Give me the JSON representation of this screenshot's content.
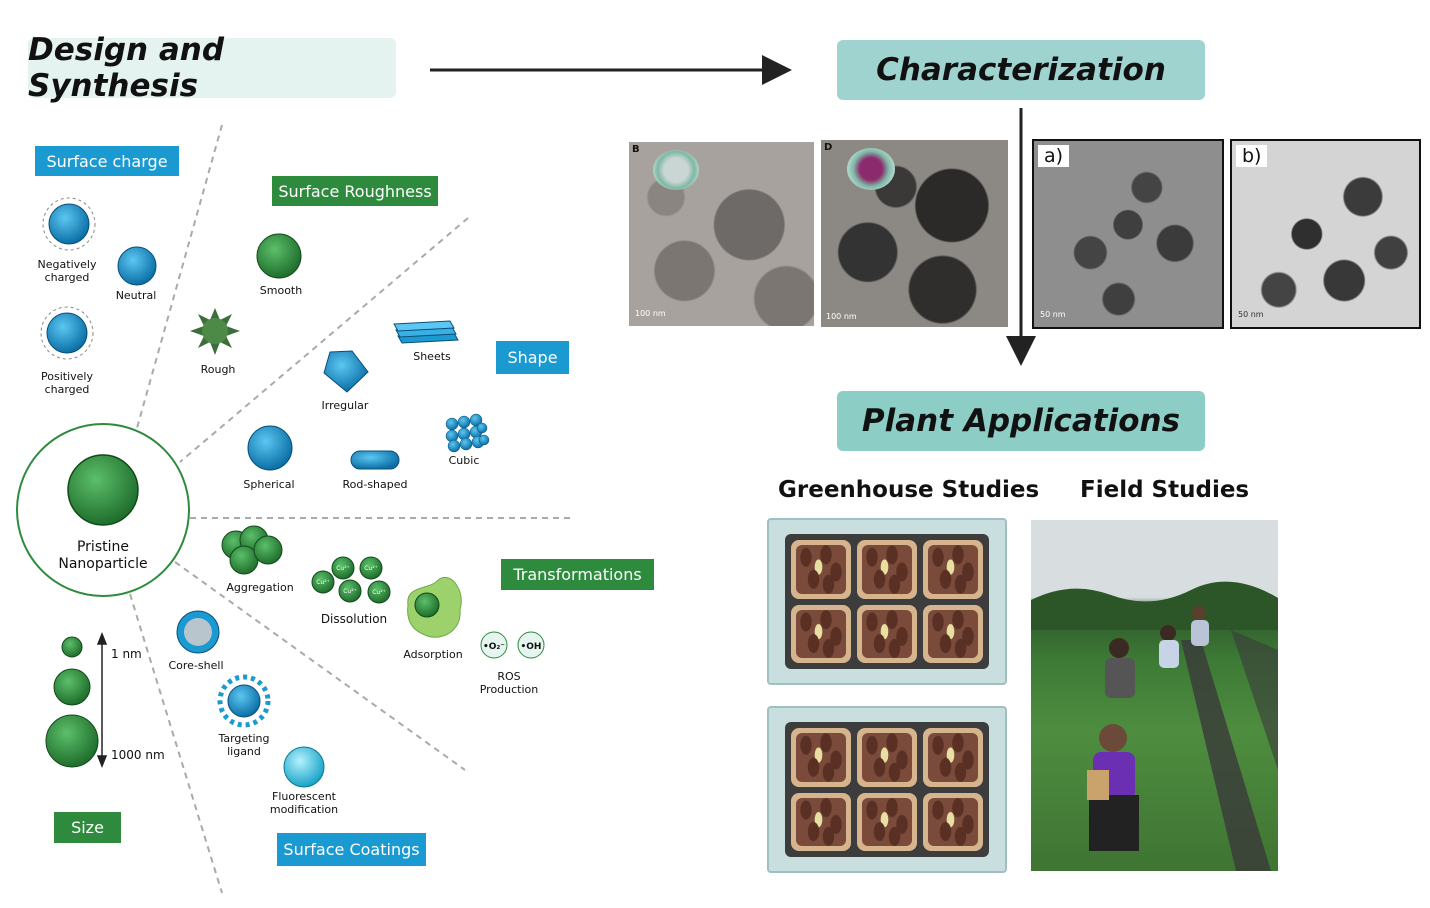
{
  "headers": {
    "design": "Design and Synthesis",
    "characterization": "Characterization",
    "plant": "Plant Applications"
  },
  "categories": {
    "surface_charge": "Surface charge",
    "surface_roughness": "Surface Roughness",
    "shape": "Shape",
    "transformations": "Transformations",
    "size": "Size",
    "surface_coatings": "Surface Coatings"
  },
  "charge": {
    "negative": "Negatively\ncharged",
    "neutral": "Neutral",
    "positive": "Positively\ncharged"
  },
  "roughness": {
    "smooth": "Smooth",
    "rough": "Rough"
  },
  "shape": {
    "sheets": "Sheets",
    "irregular": "Irregular",
    "spherical": "Spherical",
    "rod": "Rod-shaped",
    "cubic": "Cubic"
  },
  "center": "Pristine\nNanoparticle",
  "transform": {
    "aggregation": "Aggregation",
    "dissolution": "Dissolution",
    "adsorption": "Adsorption",
    "ros": "ROS\nProduction",
    "cu": "Cu²⁺",
    "o2": "•O₂⁻",
    "oh": "•OH"
  },
  "size": {
    "small": "1 nm",
    "large": "1000 nm"
  },
  "coatings": {
    "core_shell": "Core-shell",
    "targeting": "Targeting\nligand",
    "fluorescent": "Fluorescent\nmodification"
  },
  "micrographs": [
    {
      "label": "B",
      "scale": "100 nm"
    },
    {
      "label": "D",
      "scale": "100 nm"
    },
    {
      "label": "a)",
      "scale": "50 nm"
    },
    {
      "label": "b)",
      "scale": "50 nm"
    }
  ],
  "studies": {
    "greenhouse": "Greenhouse Studies",
    "field": "Field Studies"
  },
  "colors": {
    "green": "#2e8b3e",
    "blue": "#1a9ad6",
    "header_bg": "#9fd3cf",
    "header_bg_light": "#e4f3f0"
  }
}
